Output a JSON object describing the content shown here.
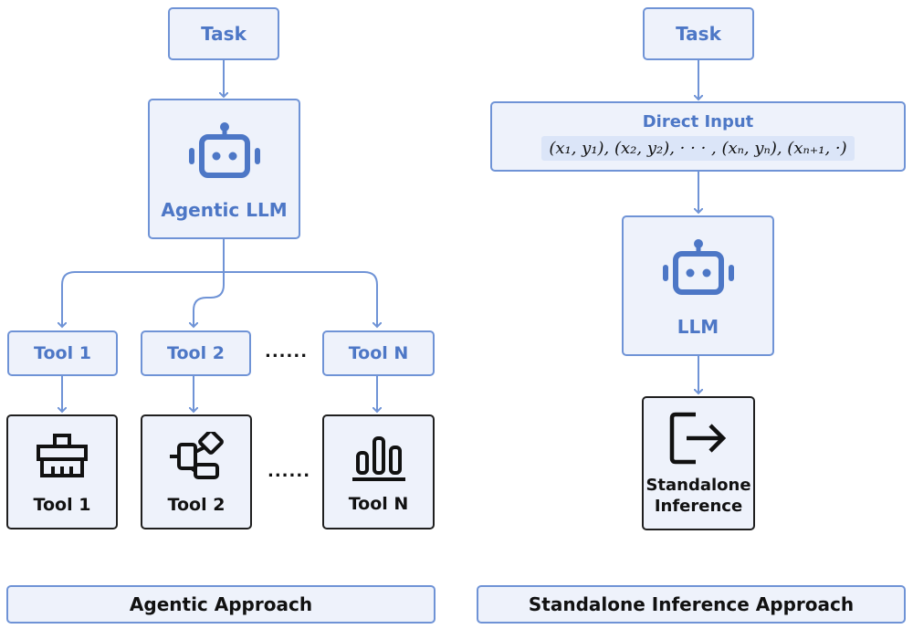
{
  "agentic": {
    "task_label": "Task",
    "llm_label": "Agentic LLM",
    "tools": [
      {
        "label": "Tool 1",
        "card_label": "Tool 1",
        "icon": "brush-icon"
      },
      {
        "label": "Tool 2",
        "card_label": "Tool 2",
        "icon": "workflow-icon"
      },
      {
        "label": "Tool N",
        "card_label": "Tool N",
        "icon": "bar-chart-icon"
      }
    ],
    "ellipsis": "......",
    "footer": "Agentic Approach"
  },
  "standalone": {
    "task_label": "Task",
    "direct_input_label": "Direct Input",
    "formula": "(x₁, y₁), (x₂, y₂), · · · , (xₙ, yₙ), (xₙ₊₁, ·)",
    "llm_label": "LLM",
    "inference_label_line1": "Standalone",
    "inference_label_line2": "Inference",
    "inference_icon": "exit-arrow-icon",
    "footer": "Standalone Inference Approach"
  },
  "colors": {
    "accent": "#4d77c6",
    "border": "#6f93d6",
    "fill": "#eef2fb",
    "dark": "#1f1f1f"
  }
}
